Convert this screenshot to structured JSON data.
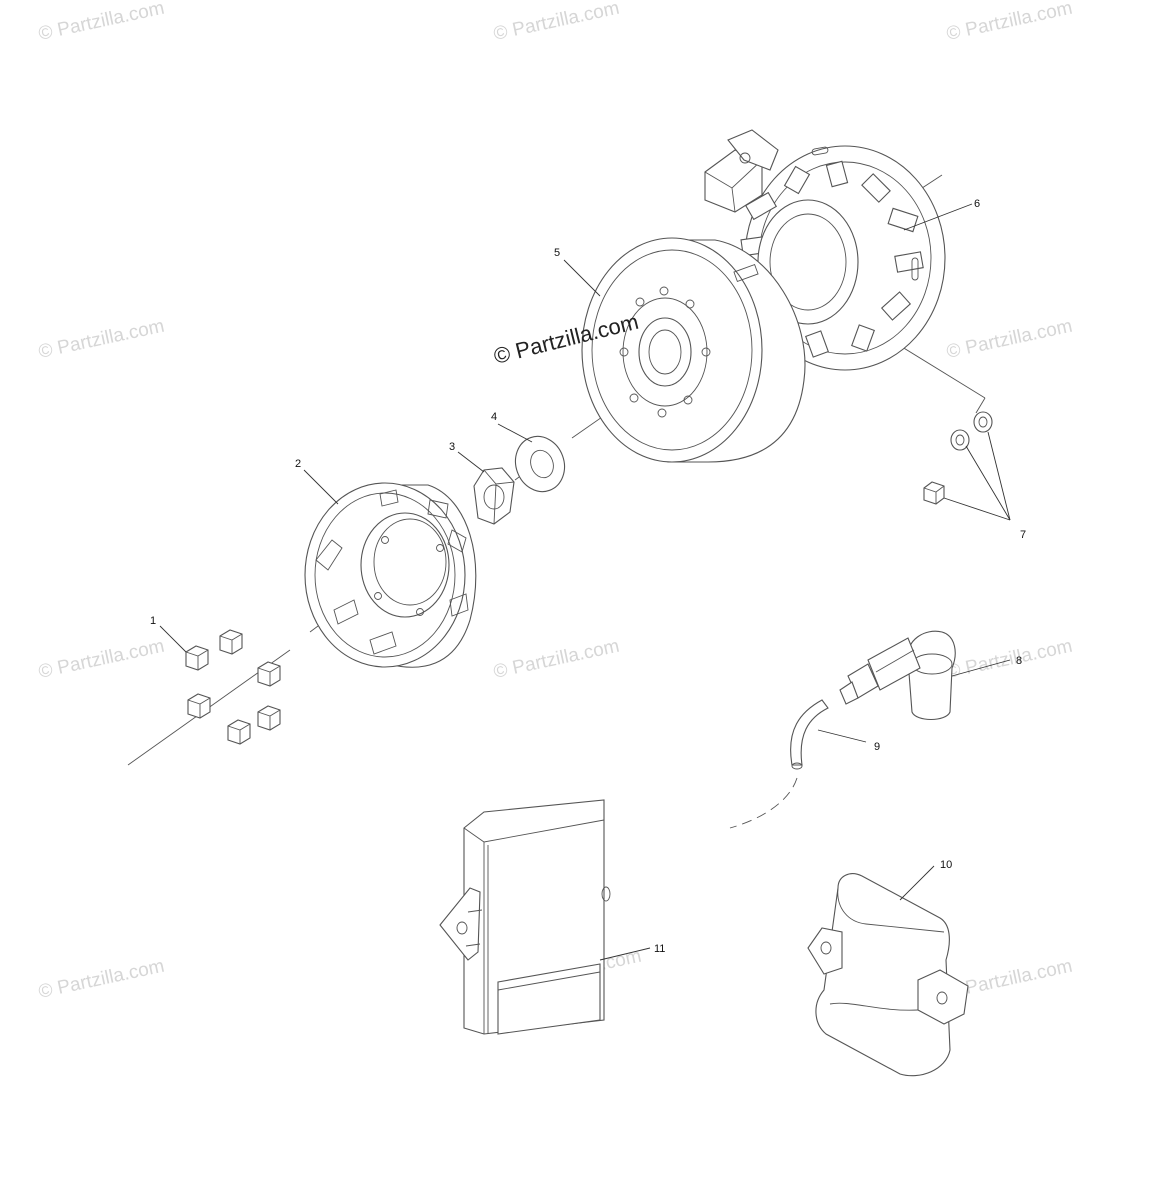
{
  "watermark": {
    "text": "© Partzilla.com",
    "primary_text": "© Partzilla.com"
  },
  "callouts": [
    {
      "id": "1",
      "label": "1"
    },
    {
      "id": "2",
      "label": "2"
    },
    {
      "id": "3",
      "label": "3"
    },
    {
      "id": "4",
      "label": "4"
    },
    {
      "id": "5",
      "label": "5"
    },
    {
      "id": "6",
      "label": "6"
    },
    {
      "id": "7",
      "label": "7"
    },
    {
      "id": "8",
      "label": "8"
    },
    {
      "id": "9",
      "label": "9"
    },
    {
      "id": "10",
      "label": "10"
    },
    {
      "id": "11",
      "label": "11"
    }
  ],
  "colors": {
    "line": "#555555",
    "watermark": "#d6d6d6",
    "background": "#ffffff"
  }
}
